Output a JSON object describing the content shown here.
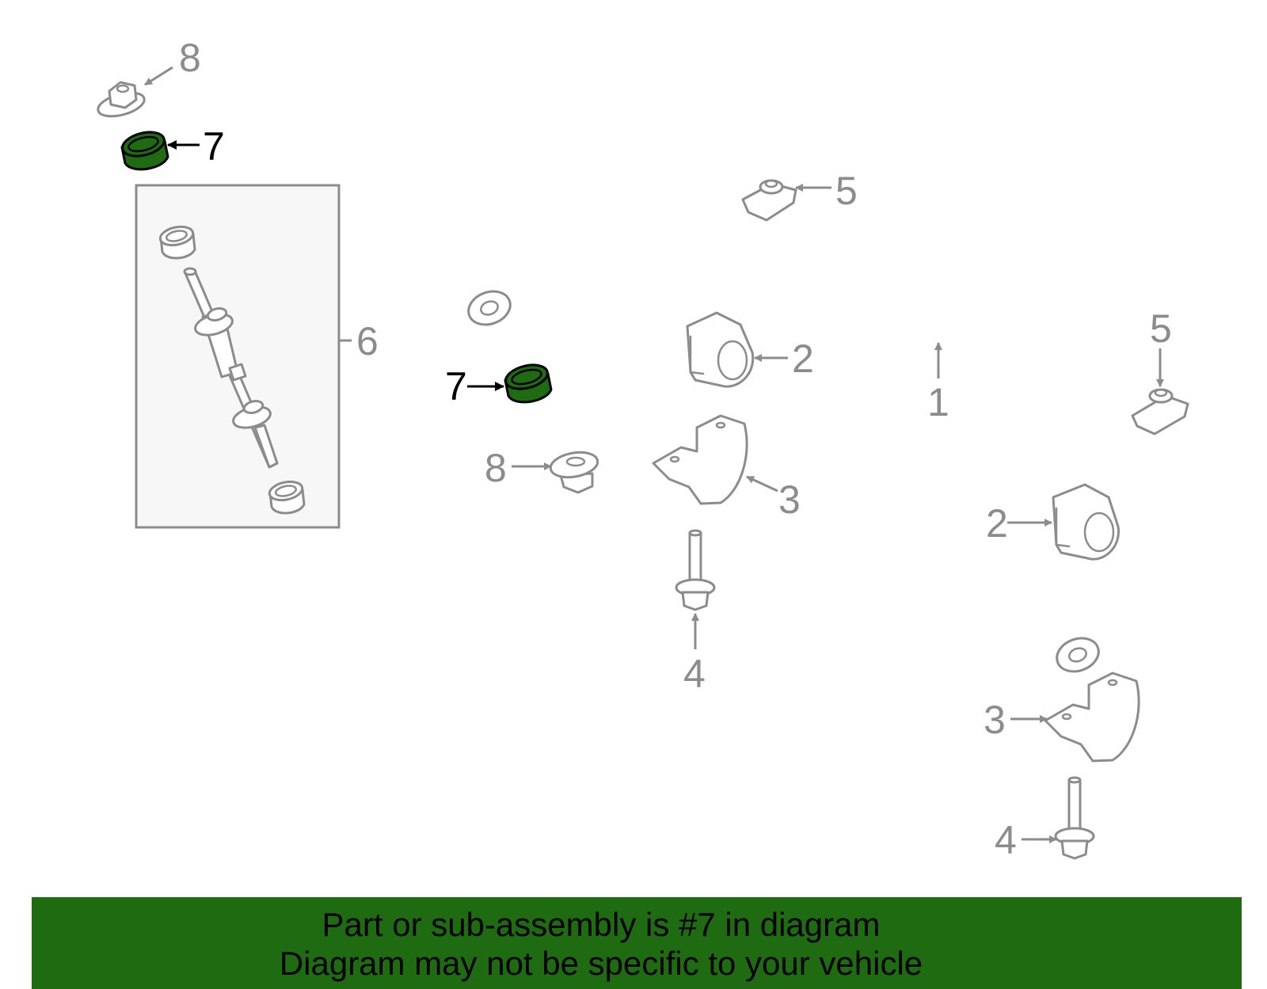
{
  "callouts": {
    "c1": "1",
    "c2a": "2",
    "c2b": "2",
    "c3a": "3",
    "c3b": "3",
    "c4a": "4",
    "c4b": "4",
    "c5a": "5",
    "c5b": "5",
    "c6": "6",
    "c7a": "7",
    "c7b": "7",
    "c8a": "8",
    "c8b": "8"
  },
  "highlight_part": "7",
  "colors": {
    "highlight": "#1e6b12",
    "line": "#8c8c8c",
    "banner": "#1e6b12"
  },
  "banner": {
    "line1": "Part or sub-assembly is #7 in diagram",
    "line2": "Diagram may not be specific to your vehicle"
  }
}
